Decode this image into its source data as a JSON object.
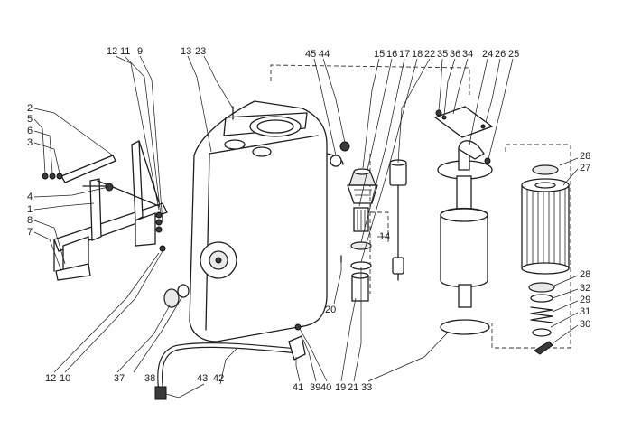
{
  "labels": {
    "n12a": "12",
    "n11": "11",
    "n9": "9",
    "n13": "13",
    "n23": "23",
    "n45": "45",
    "n44": "44",
    "n15": "15",
    "n16": "16",
    "n17": "17",
    "n18": "18",
    "n22": "22",
    "n35": "35",
    "n36": "36",
    "n34": "34",
    "n24": "24",
    "n26": "26",
    "n25": "25",
    "n2": "2",
    "n5": "5",
    "n6": "6",
    "n3": "3",
    "n4": "4",
    "n1": "1",
    "n8": "8",
    "n7": "7",
    "n14": "14",
    "n28a": "28",
    "n27": "27",
    "n28b": "28",
    "n32": "32",
    "n29": "29",
    "n31": "31",
    "n30": "30",
    "n20": "20",
    "n12b": "12",
    "n10": "10",
    "n37": "37",
    "n38": "38",
    "n43": "43",
    "n42": "42",
    "n41": "41",
    "n39": "39",
    "n40": "40",
    "n19": "19",
    "n21": "21",
    "n33": "33"
  }
}
